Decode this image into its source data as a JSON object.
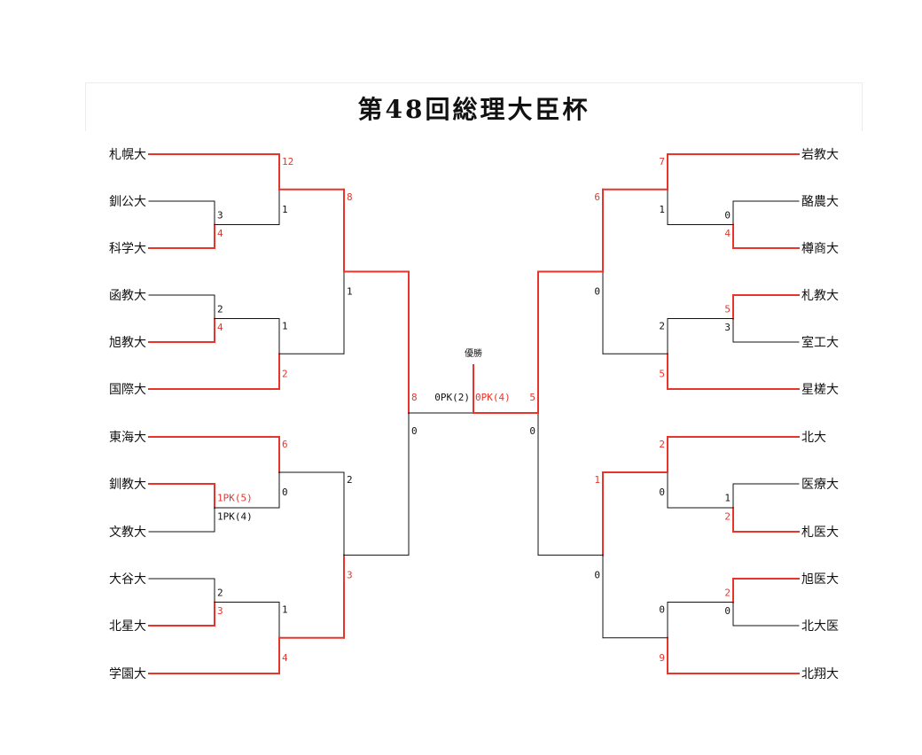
{
  "title": "第48回総理大臣杯",
  "final_label": "優勝",
  "colors": {
    "win": "#e8352b",
    "lose": "#111111"
  },
  "left": {
    "teams": [
      "札幌大",
      "釧公大",
      "科学大",
      "函教大",
      "旭教大",
      "国際大",
      "東海大",
      "釧教大",
      "文教大",
      "大谷大",
      "北星大",
      "学園大"
    ],
    "r1": [
      {
        "top": "3",
        "bottom": "4",
        "winner": "bottom"
      },
      {
        "top": "2",
        "bottom": "4",
        "winner": "bottom"
      },
      {
        "top": "1PK(5)",
        "bottom": "1PK(4)",
        "winner": "top"
      },
      {
        "top": "2",
        "bottom": "3",
        "winner": "bottom"
      }
    ],
    "r2": [
      {
        "top": "12",
        "bottom": "1",
        "winner": "top"
      },
      {
        "top": "1",
        "bottom": "2",
        "winner": "bottom"
      },
      {
        "top": "6",
        "bottom": "0",
        "winner": "top"
      },
      {
        "top": "1",
        "bottom": "4",
        "winner": "bottom"
      }
    ],
    "qf": [
      {
        "top": "8",
        "bottom": "1",
        "winner": "top"
      },
      {
        "top": "2",
        "bottom": "3",
        "winner": "bottom"
      }
    ],
    "sf": {
      "top": "8",
      "bottom": "0",
      "winner": "top"
    }
  },
  "right": {
    "teams": [
      "岩教大",
      "酪農大",
      "樽商大",
      "札教大",
      "室工大",
      "星槎大",
      "北大",
      "医療大",
      "札医大",
      "旭医大",
      "北大医",
      "北翔大"
    ],
    "r1": [
      {
        "top": "0",
        "bottom": "4",
        "winner": "bottom"
      },
      {
        "top": "5",
        "bottom": "3",
        "winner": "top"
      },
      {
        "top": "1",
        "bottom": "2",
        "winner": "bottom"
      },
      {
        "top": "2",
        "bottom": "0",
        "winner": "top"
      }
    ],
    "r2": [
      {
        "top": "7",
        "bottom": "1",
        "winner": "top"
      },
      {
        "top": "2",
        "bottom": "5",
        "winner": "bottom"
      },
      {
        "top": "2",
        "bottom": "0",
        "winner": "top"
      },
      {
        "top": "0",
        "bottom": "9",
        "winner": "bottom"
      }
    ],
    "qf": [
      {
        "top": "6",
        "bottom": "0",
        "winner": "top"
      },
      {
        "top": "1",
        "bottom": "0",
        "winner": "top"
      }
    ],
    "sf": {
      "top": "5",
      "bottom": "0",
      "winner": "top"
    }
  },
  "final": {
    "left_score": "0PK(2)",
    "right_score": "0PK(4)",
    "winner": "right"
  }
}
